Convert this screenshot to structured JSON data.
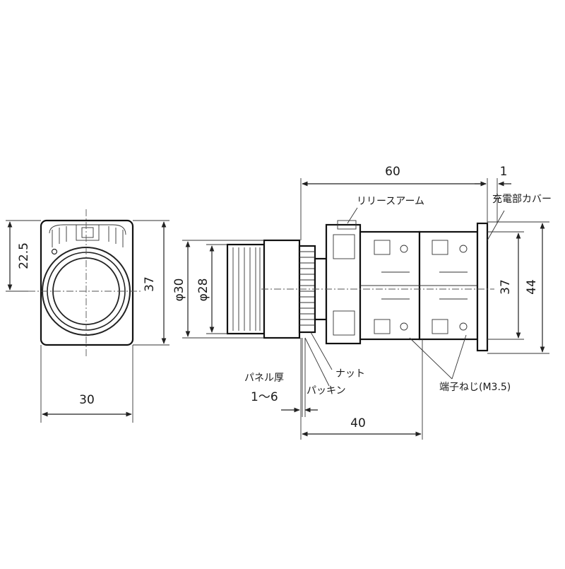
{
  "dimensions": {
    "front_height_upper": "22.5",
    "front_height": "37",
    "front_width": "30",
    "dia_outer": "φ30",
    "dia_inner": "φ28",
    "overall_length": "60",
    "cover_thickness": "1",
    "body_height": "37",
    "overall_height": "44",
    "depth_behind_panel": "40",
    "panel_thickness": "1〜6"
  },
  "labels": {
    "release_arm": "リリースアーム",
    "terminal_cover": "充電部カバー",
    "panel_thickness": "パネル厚",
    "nut": "ナット",
    "packing": "パッキン",
    "terminal_screw": "端子ねじ(M3.5)"
  }
}
